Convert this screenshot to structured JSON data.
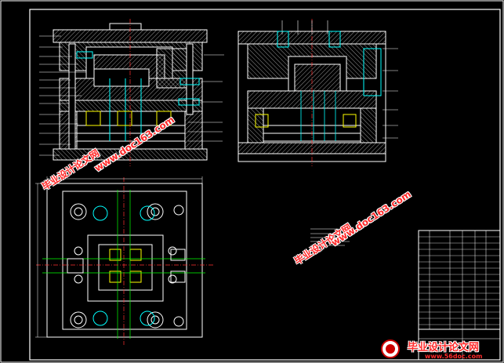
{
  "drawing": {
    "colors": {
      "background": "#000000",
      "line": "#ffffff",
      "hatch": "#d0d0d0",
      "accent_cyan": "#00ffff",
      "accent_yellow": "#ffff00",
      "accent_green": "#00ff00",
      "accent_red": "#ff3030",
      "watermark": "#ff2a2a"
    },
    "views": [
      "main-section-view",
      "side-section-view",
      "top-plan-view",
      "title-block"
    ]
  },
  "watermarks": {
    "site_cn": "毕业设计论文网",
    "site_url_1": "www.doc163.com",
    "site_url_2": "www.doc163.com",
    "footer_cn": "毕业设计论文网",
    "footer_url": "www.56doc.com"
  }
}
